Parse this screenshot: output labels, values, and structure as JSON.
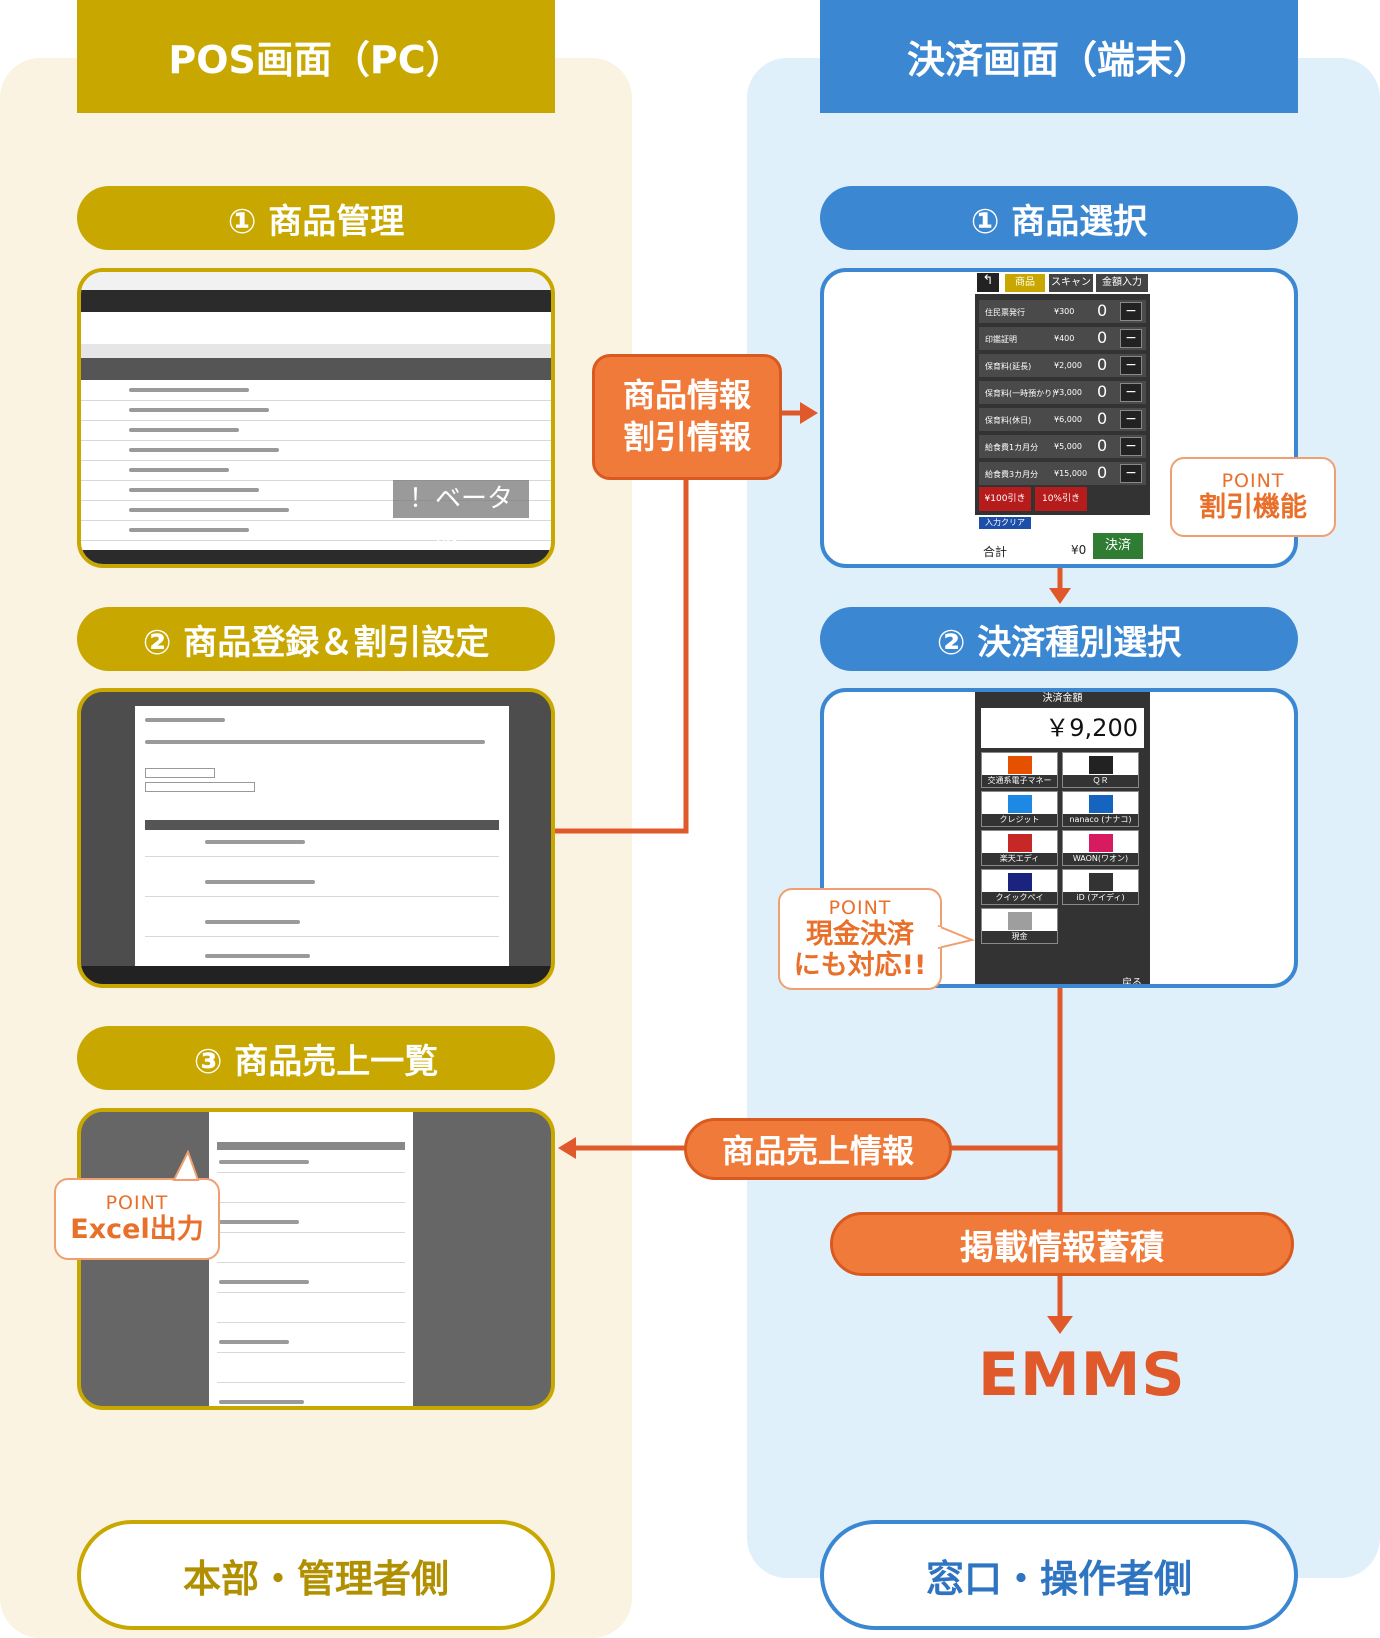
{
  "left": {
    "header": "POS画面（PC）",
    "steps": [
      "① 商品管理",
      "② 商品登録＆割引設定",
      "③ 商品売上一覧"
    ],
    "beta_label": "！ベータ版！",
    "footer": "本部・管理者側",
    "excel_point": {
      "title": "POINT",
      "body": "Excel出力"
    }
  },
  "right": {
    "header": "決済画面（端末）",
    "steps": [
      "① 商品選択",
      "② 決済種別選択"
    ],
    "footer": "窓口・操作者側",
    "discount_point": {
      "title": "POINT",
      "body": "割引機能"
    },
    "cash_point": {
      "title": "POINT",
      "body_line1": "現金決済",
      "body_line2": "にも対応!!"
    },
    "terminal": {
      "tabs": [
        "商品",
        "スキャン",
        "金額入力"
      ],
      "items": [
        {
          "name": "住民票発行",
          "price": "¥300",
          "qty": "0"
        },
        {
          "name": "印鑑証明",
          "price": "¥400",
          "qty": "0"
        },
        {
          "name": "保育料(延長)",
          "price": "¥2,000",
          "qty": "0"
        },
        {
          "name": "保育料(一時預かり)",
          "price": "¥3,000",
          "qty": "0"
        },
        {
          "name": "保育料(休日)",
          "price": "¥6,000",
          "qty": "0"
        },
        {
          "name": "給食費1カ月分",
          "price": "¥5,000",
          "qty": "0"
        },
        {
          "name": "給食費3カ月分",
          "price": "¥15,000",
          "qty": "0"
        }
      ],
      "discounts": [
        "¥100引き",
        "10%引き"
      ],
      "clear_label": "入力クリア",
      "total_label": "合計",
      "total_value": "¥0",
      "pay_label": "決済"
    },
    "payment": {
      "title": "決済金額",
      "amount": "￥9,200",
      "methods": [
        "交通系電子マネー",
        "ＱＲ",
        "クレジット",
        "nanaco (ナナコ)",
        "楽天エディ",
        "WAON(ワオン)",
        "クイックペイ",
        "iD (アイディ)",
        "現金"
      ],
      "back_label": "戻る"
    }
  },
  "flows": {
    "product_info": [
      "商品情報",
      "割引情報"
    ],
    "sales_info": "商品売上情報",
    "accumulate": "掲載情報蓄積",
    "system": "EMMS"
  },
  "colors": {
    "gold": "#c8a800",
    "blue": "#3b87d2",
    "orange": "#f07a3a",
    "arrow": "#e0592a"
  }
}
